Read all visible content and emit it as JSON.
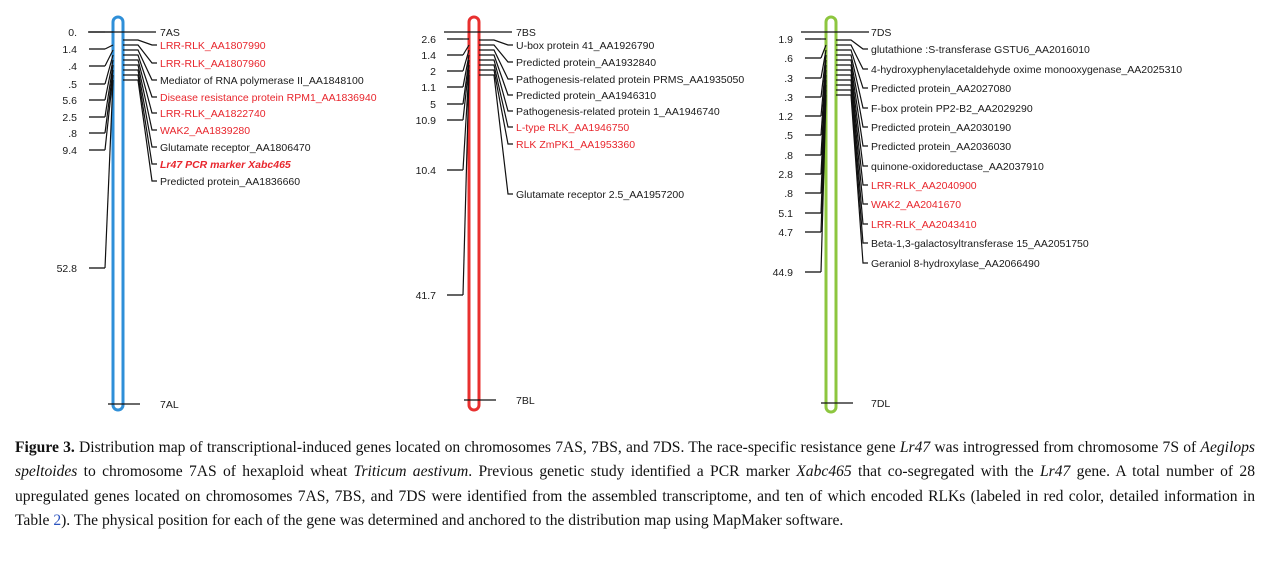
{
  "chromosomes": [
    {
      "id": "7A",
      "color": "#2f8fd8",
      "top_label": "7AS",
      "bottom_label": "7AL",
      "positions": [
        "0.",
        "1.4",
        ".4",
        ".5",
        "5.6",
        "2.5",
        ".8",
        "9.4",
        "52.8"
      ],
      "genes": [
        {
          "text": "LRR-RLK_AA1807990",
          "rlk": true
        },
        {
          "text": "LRR-RLK_AA1807960",
          "rlk": true
        },
        {
          "text": "Mediator of RNA polymerase II_AA1848100",
          "rlk": false
        },
        {
          "text": "Disease resistance protein RPM1_AA1836940",
          "rlk": true
        },
        {
          "text": "LRR-RLK_AA1822740",
          "rlk": true
        },
        {
          "text": "WAK2_AA1839280",
          "rlk": true
        },
        {
          "text": "Glutamate  receptor_AA1806470",
          "rlk": false
        },
        {
          "text": "Lr47 PCR marker Xabc465",
          "rlk": true,
          "marker": true
        },
        {
          "text": "Predicted protein_AA1836660",
          "rlk": false
        }
      ]
    },
    {
      "id": "7B",
      "color": "#e8302f",
      "top_label": "7BS",
      "bottom_label": "7BL",
      "positions": [
        "2.6",
        "1.4",
        "2",
        "1.1",
        "5",
        "10.9",
        "10.4",
        "41.7"
      ],
      "genes": [
        {
          "text": "U-box protein 41_AA1926790",
          "rlk": false
        },
        {
          "text": "Predicted protein_AA1932840",
          "rlk": false
        },
        {
          "text": "Pathogenesis-related  protein PRMS_AA1935050",
          "rlk": false
        },
        {
          "text": "Predicted protein_AA1946310",
          "rlk": false
        },
        {
          "text": "Pathogenesis-related  protein 1_AA1946740",
          "rlk": false
        },
        {
          "text": "L-type RLK_AA1946750",
          "rlk": true
        },
        {
          "text": "RLK ZmPK1_AA1953360",
          "rlk": true
        },
        {
          "text": "Glutamate  receptor 2.5_AA1957200",
          "rlk": false
        }
      ]
    },
    {
      "id": "7D",
      "color": "#8dc63f",
      "top_label": "7DS",
      "bottom_label": "7DL",
      "positions": [
        "1.9",
        ".6",
        ".3",
        ".3",
        "1.2",
        ".5",
        ".8",
        "2.8",
        ".8",
        "5.1",
        "4.7",
        "44.9"
      ],
      "genes": [
        {
          "text": "glutathione :S-transferase GSTU6_AA2016010",
          "rlk": false
        },
        {
          "text": "4-hydroxyphenylacetaldehyde oxime monooxygenase_AA2025310",
          "rlk": false
        },
        {
          "text": "Predicted protein_AA2027080",
          "rlk": false
        },
        {
          "text": "F-box protein PP2-B2_AA2029290",
          "rlk": false
        },
        {
          "text": "Predicted protein_AA2030190",
          "rlk": false
        },
        {
          "text": "Predicted protein_AA2036030",
          "rlk": false
        },
        {
          "text": "quinone-oxidoreductase_AA2037910",
          "rlk": false
        },
        {
          "text": "LRR-RLK_AA2040900",
          "rlk": true
        },
        {
          "text": "WAK2_AA2041670",
          "rlk": true
        },
        {
          "text": "LRR-RLK_AA2043410",
          "rlk": true
        },
        {
          "text": "Beta-1,3-galactosyltransferase  15_AA2051750",
          "rlk": false
        },
        {
          "text": "Geraniol 8-hydroxylase_AA2066490",
          "rlk": false
        }
      ]
    }
  ],
  "colors": {
    "rlk_red": "#e8262d",
    "text": "#1a1a1a"
  },
  "caption": {
    "label": "Figure 3.",
    "s1": " Distribution map of transcriptional-induced genes located on chromosomes 7AS, 7BS, and 7DS. The race-specific resistance gene ",
    "gene": "Lr47",
    "s2": " was introgressed from chromosome 7S of ",
    "species1": "Aegilops speltoides",
    "s3": " to chromosome 7AS of hexaploid wheat ",
    "species2": "Triticum aestivum",
    "s4": ".  Previous genetic study identified a PCR marker ",
    "marker": "Xabc465",
    "s5": " that co-segregated with the ",
    "gene2": "Lr47",
    "s6": " gene.  A total number of 28 upregulated genes located on chromosomes 7AS, 7BS, and 7DS were identified from the assembled transcriptome, and ten of which encoded RLKs (labeled in red color, detailed information in Table ",
    "table_ref": "2",
    "s7": ").  The physical position for each of the gene was determined and anchored to the distribution map using MapMaker software."
  }
}
